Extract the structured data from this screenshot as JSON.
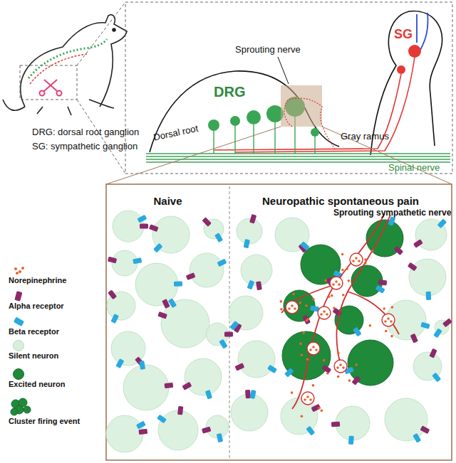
{
  "diagram": {
    "nodes": [
      {
        "text": [
          "Naive"
        ]
      },
      {
        "text": [
          "Neuropathic spontaneous pain"
        ]
      }
    ],
    "labels": [
      "DRG: dorsal root ganglion",
      "SG: sympathetic ganglion",
      "Sprouting nerve",
      "SG",
      "DRG",
      "Dorsal root",
      "Gray ramus",
      "Spinal nerve",
      "Sprouting sympathetic nerve"
    ],
    "legend": [
      {
        "text": "Norepinephrine",
        "color": "#e8622a"
      },
      {
        "text": "Alpha receptor",
        "color": "#8b2a6b"
      },
      {
        "text": "Beta receptor",
        "color": "#29a9e0"
      },
      {
        "text": "Silent neuron",
        "color": "#d6eedb"
      },
      {
        "text": "Excited neuron",
        "color": "#1f8a3a"
      },
      {
        "text": "Cluster firing event"
      }
    ]
  }
}
